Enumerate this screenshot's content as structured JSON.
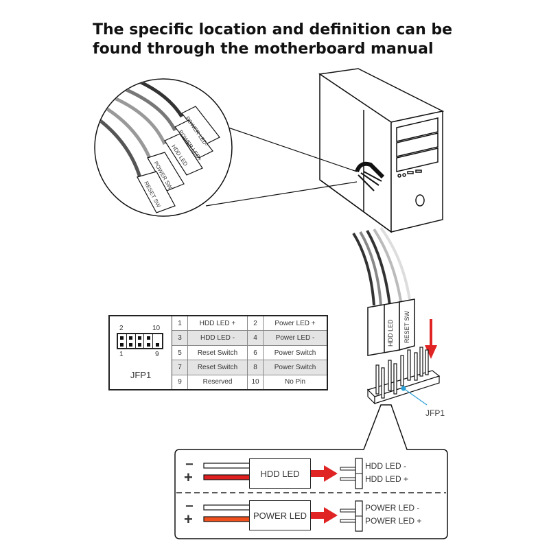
{
  "title": "The specific location and definition can be found through the motherboard manual",
  "cable_labels": [
    "POWER LED-",
    "POWER LED+",
    "HDD LED",
    "POWER SW",
    "RESET SW"
  ],
  "connector_labels": [
    "HDD LED",
    "RESET SW"
  ],
  "header_callout": "JFP1",
  "pin_table": {
    "header_name": "JFP1",
    "corner_numbers": {
      "top_left": "2",
      "top_right": "10",
      "bottom_left": "1",
      "bottom_right": "9"
    },
    "rows": [
      {
        "pin_a": "1",
        "name_a": "HDD LED +",
        "pin_b": "2",
        "name_b": "Power LED +"
      },
      {
        "pin_a": "3",
        "name_a": "HDD LED -",
        "pin_b": "4",
        "name_b": "Power LED -"
      },
      {
        "pin_a": "5",
        "name_a": "Reset Switch",
        "pin_b": "6",
        "name_b": "Power Switch"
      },
      {
        "pin_a": "7",
        "name_a": "Reset Switch",
        "pin_b": "8",
        "name_b": "Power Switch"
      },
      {
        "pin_a": "9",
        "name_a": "Reserved",
        "pin_b": "10",
        "name_b": "No Pin"
      }
    ]
  },
  "wiring": {
    "minus_symbol": "−",
    "plus_symbol": "+",
    "hdd": {
      "label": "HDD LED",
      "pin_minus": "HDD LED -",
      "pin_plus": "HDD LED +",
      "wire_color": "#e02020"
    },
    "power": {
      "label": "POWER LED",
      "pin_minus": "POWER LED -",
      "pin_plus": "POWER LED +",
      "wire_color": "#f0501e"
    }
  },
  "colors": {
    "arrow": "#e02424",
    "callout": "#2a9fd6"
  }
}
